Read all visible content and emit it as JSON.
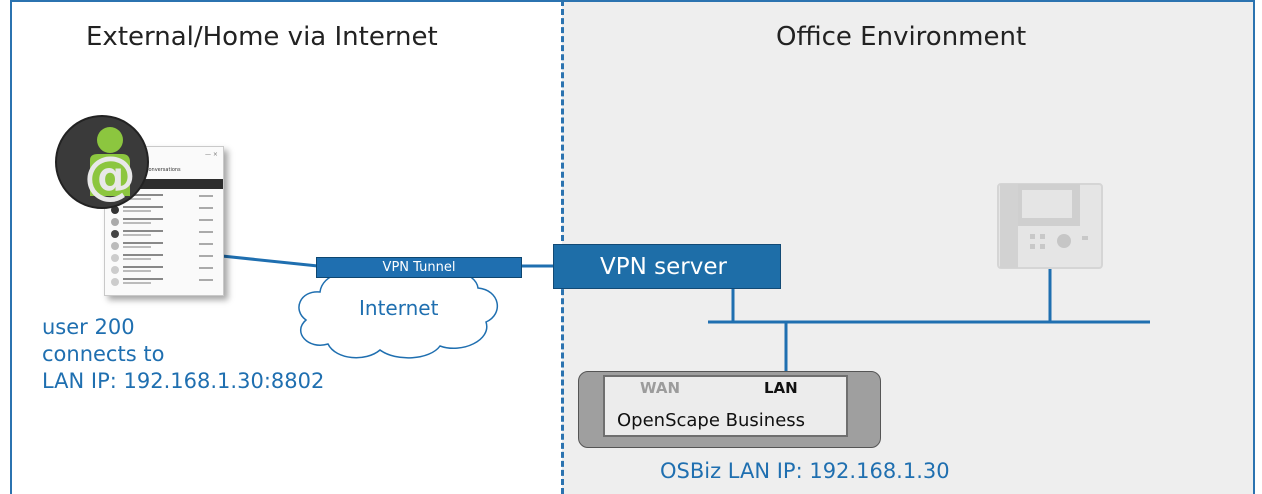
{
  "zones": {
    "left_title": "External/Home via Internet",
    "right_title": "Office Environment"
  },
  "client": {
    "user_line1": "user 200",
    "user_line2": "connects to",
    "user_line3": "LAN IP: 192.168.1.30:8802",
    "app_header": "Conversations",
    "avatar_symbol": "@"
  },
  "network": {
    "vpn_tunnel": "VPN Tunnel",
    "internet": "Internet",
    "vpn_server": "VPN server"
  },
  "osbiz": {
    "wan": "WAN",
    "lan": "LAN",
    "name": "OpenScape Business",
    "ip_label": "OSBiz LAN IP: 192.168.1.30"
  },
  "colors": {
    "accent_blue": "#1f6fb0",
    "frame_blue": "#2b73b0",
    "office_bg": "#eeeeee",
    "avatar_green": "#8cc63f"
  },
  "icons": [
    "user-at-icon",
    "cloud-icon",
    "desk-phone-icon"
  ]
}
